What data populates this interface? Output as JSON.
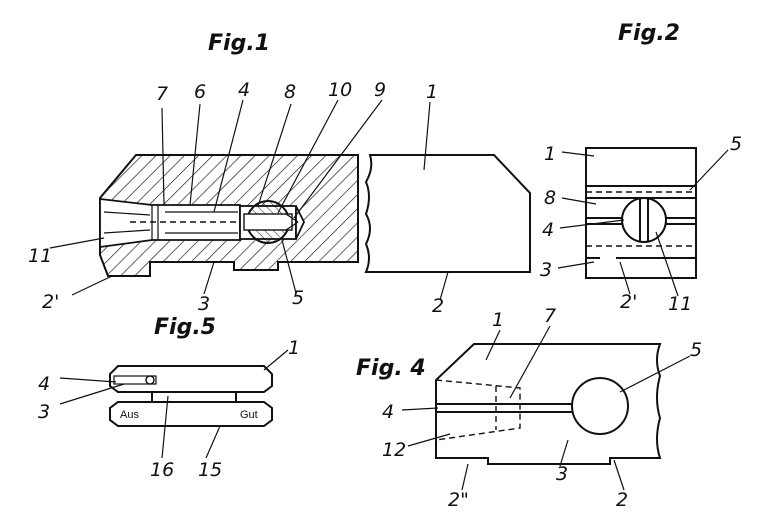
{
  "figures": {
    "fig1": {
      "title": "Fig.1",
      "labels": [
        "7",
        "6",
        "4",
        "8",
        "10",
        "9",
        "11",
        "2'",
        "3",
        "5"
      ]
    },
    "fig_block": {
      "labels": [
        "1",
        "2"
      ]
    },
    "fig2": {
      "title": "Fig.2",
      "labels": [
        "1",
        "5",
        "8",
        "4",
        "3",
        "2'",
        "11"
      ]
    },
    "fig5": {
      "title": "Fig.5",
      "labels": [
        "1",
        "4",
        "3",
        "16",
        "15"
      ],
      "plate_text_left": "Aus",
      "plate_text_right": "Gut"
    },
    "fig4": {
      "title": "Fig. 4",
      "labels": [
        "1",
        "7",
        "5",
        "4",
        "12",
        "3",
        "2\"",
        "2"
      ]
    }
  }
}
